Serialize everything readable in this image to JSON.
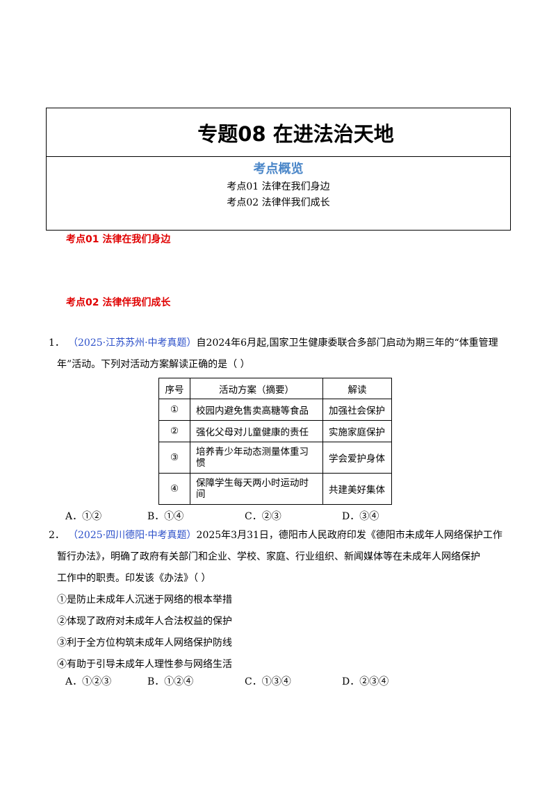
{
  "title": "专题08  在进法治天地",
  "overview": {
    "heading": "考点概览",
    "items": [
      "考点01  法律在我们身边",
      "考点02    法律伴我们成长"
    ]
  },
  "sections": [
    "考点01  法律在我们身边",
    "考点02    法律伴我们成长"
  ],
  "q1": {
    "number": "1．",
    "source": "（2025·江苏苏州·中考真题）",
    "text_line1": "自2024年6月起,国家卫生健康委联合多部门启动为期三年的“体重管理",
    "text_line2": "年”活动。下列对活动方案解读正确的是（    ）",
    "table": {
      "headers": [
        "序号",
        "活动方案（摘要）",
        "解读"
      ],
      "rows": [
        [
          "①",
          "校园内避免售卖高糖等食品",
          "加强社会保护"
        ],
        [
          "②",
          "强化父母对儿童健康的责任",
          "实施家庭保护"
        ],
        [
          "③",
          "培养青少年动态测量体重习惯",
          "学会爱护身体"
        ],
        [
          "④",
          "保障学生每天两小时运动时间",
          "共建美好集体"
        ]
      ]
    },
    "choices": [
      "A．①②",
      "B．①④",
      "C．②③",
      "D．③④"
    ]
  },
  "q2": {
    "number": "2．",
    "source": "（2025·四川德阳·中考真题）",
    "text_line1": "2025年3月31日，德阳市人民政府印发《德阳市未成年人网络保护工作",
    "text_line2": "暂行办法》，明确了政府有关部门和企业、学校、家庭、行业组织、新闻媒体等在未成年人网络保护",
    "text_line3": "工作中的职责。印发该《办法》（    ）",
    "options": [
      "①是防止未成年人沉迷于网络的根本举措",
      "②体现了政府对未成年人合法权益的保护",
      "③利于全方位构筑未成年人网络保护防线",
      "④有助于引导未成年人理性参与网络生活"
    ],
    "choices": [
      "A．①②③",
      "B．①②④",
      "C．①③④",
      "D．②③④"
    ]
  }
}
